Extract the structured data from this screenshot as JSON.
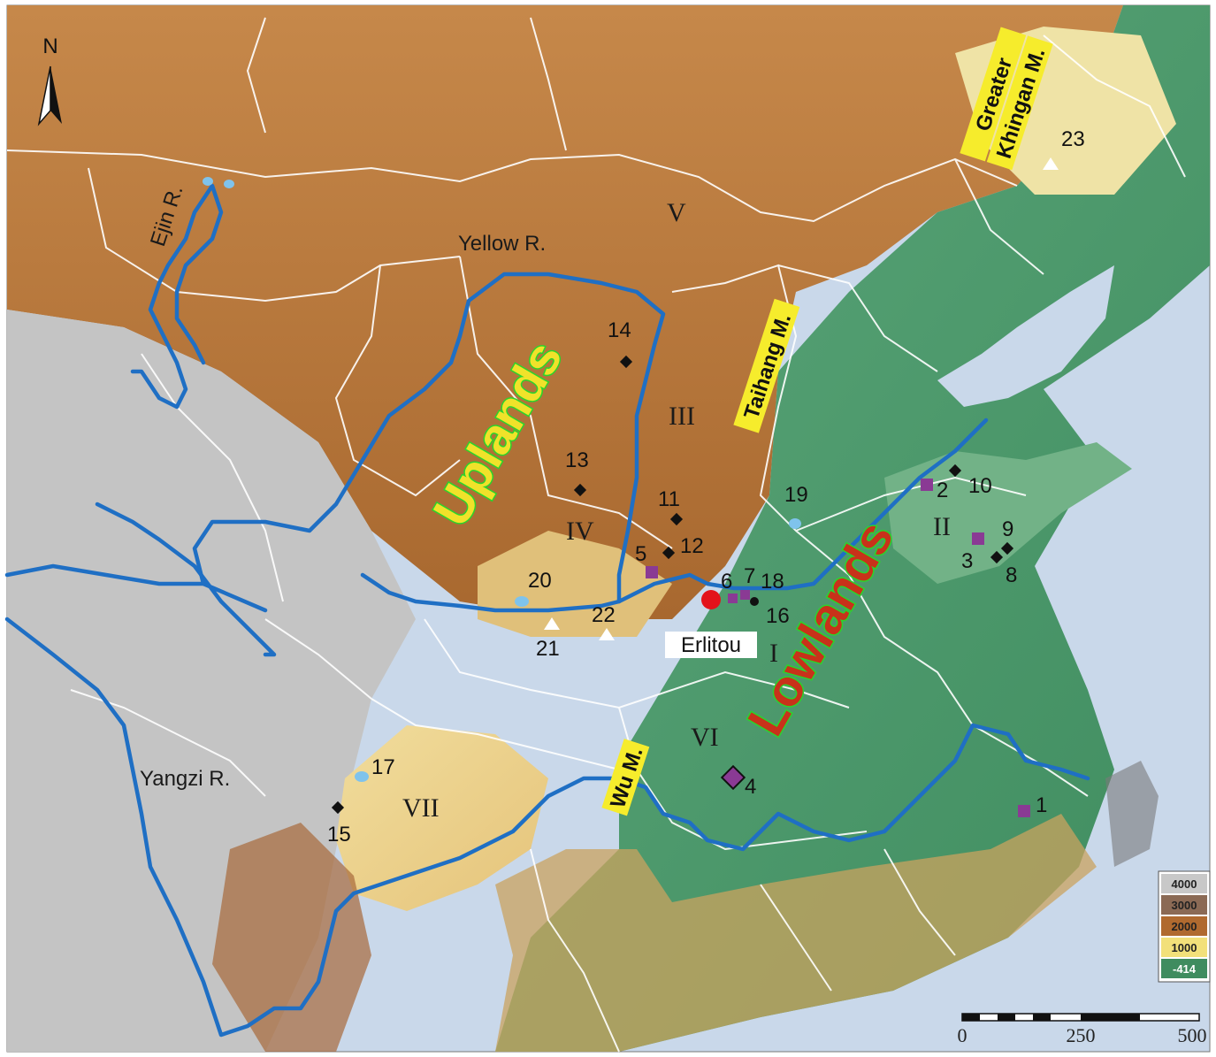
{
  "north_label": "N",
  "rivers": {
    "ejin": "Ejin R.",
    "yellow": "Yellow R.",
    "yangzi": "Yangzi R."
  },
  "mountains": {
    "taihang": "Taihang M.",
    "wu": "Wu M.",
    "khingan_line1": "Greater",
    "khingan_line2": "Khingan M."
  },
  "regions": {
    "uplands": "Uplands",
    "lowlands": "Lowlands"
  },
  "roman_zones": [
    "I",
    "II",
    "III",
    "IV",
    "V",
    "VI",
    "VII"
  ],
  "site_name": "Erlitou",
  "site_numbers": [
    "1",
    "2",
    "3",
    "4",
    "5",
    "6",
    "7",
    "8",
    "9",
    "10",
    "11",
    "12",
    "13",
    "14",
    "15",
    "16",
    "18",
    "17",
    "19",
    "20",
    "21",
    "22",
    "23"
  ],
  "legend_elevations": [
    "4000",
    "3000",
    "2000",
    "1000",
    "-414"
  ],
  "scale_ticks": [
    "0",
    "250",
    "500"
  ],
  "colors": {
    "river": "#1f6fc4",
    "lowland": "#4f9a6e",
    "upland": "#b9793f",
    "plateau": "#bdbdbd",
    "sea": "#c9d8ea",
    "site_main": "#e3121b",
    "site_square": "#8a3a94",
    "site_diamond": "#111111",
    "site_blue": "#7fc3ec",
    "label_yellow": "#f6ec2c",
    "region_text_uplands": "#f0e22a",
    "region_text_lowlands": "#c8321a"
  }
}
